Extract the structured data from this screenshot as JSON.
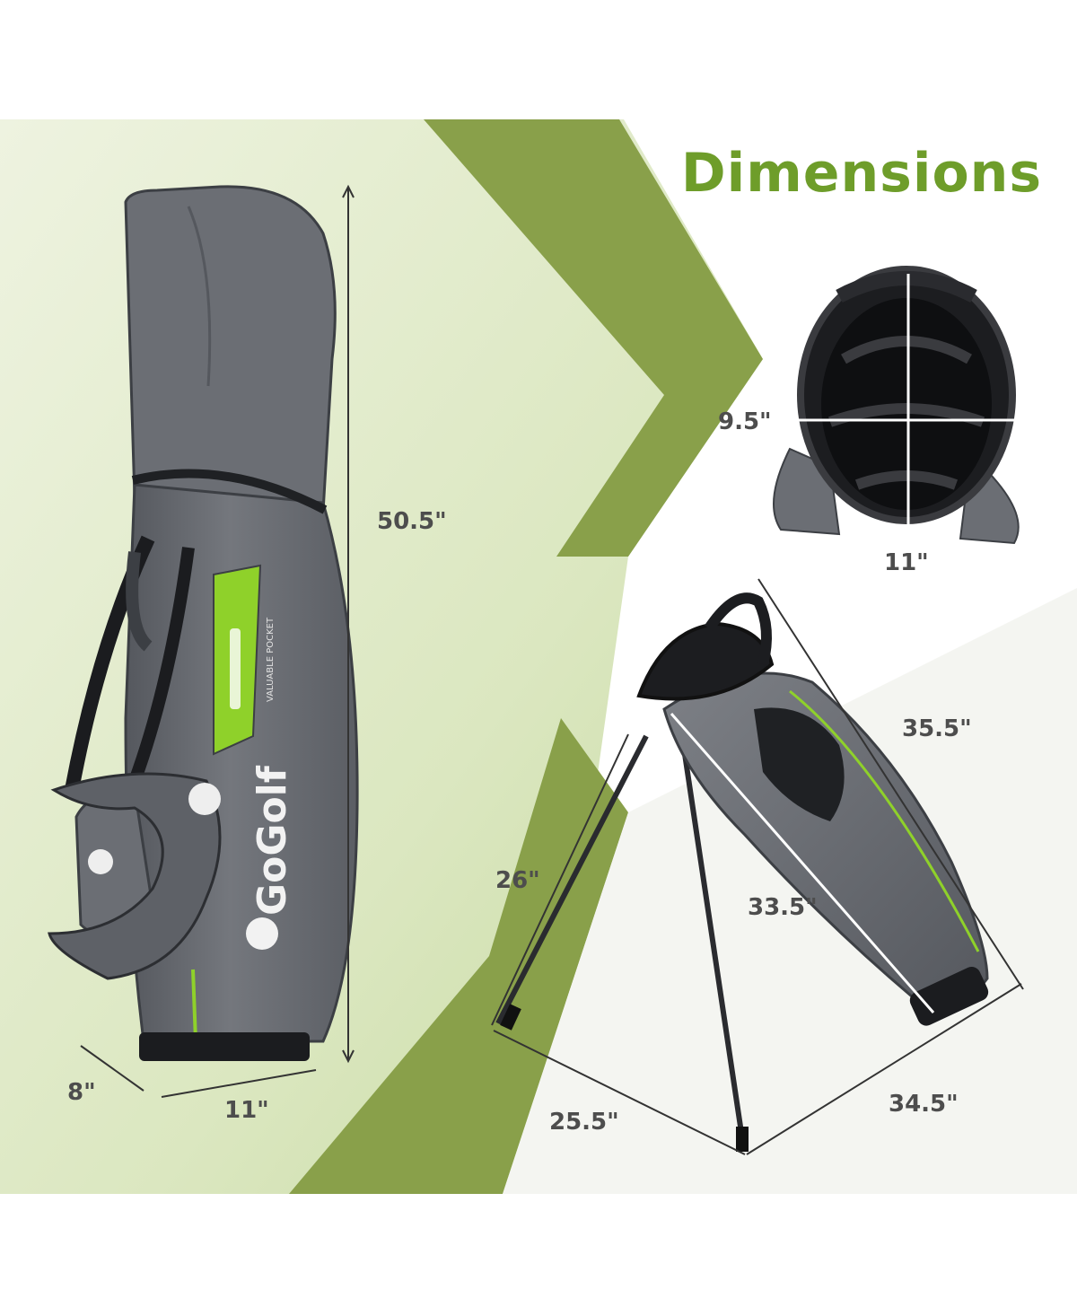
{
  "title": "Dimensions",
  "brand": {
    "logo_text": "GoGolf",
    "pocket_label": "VALUABLE POCKET"
  },
  "dimensions": {
    "bag_height": "50.5\"",
    "bag_depth": "8\"",
    "bag_width": "11\"",
    "top_depth": "9.5\"",
    "top_width": "11\"",
    "stand_diagonal": "35.5\"",
    "leg_length": "26\"",
    "bag_length": "33.5\"",
    "base_left": "25.5\"",
    "base_right": "34.5\""
  },
  "colors": {
    "accent_green": "#6e9d2a",
    "band_green": "#89a04a",
    "panel_light": "#dde8c4",
    "bag_grey": "#6b6e74",
    "bag_dark": "#4a4d52",
    "lime": "#8fd12a",
    "text_dark": "#4d4d4d"
  }
}
